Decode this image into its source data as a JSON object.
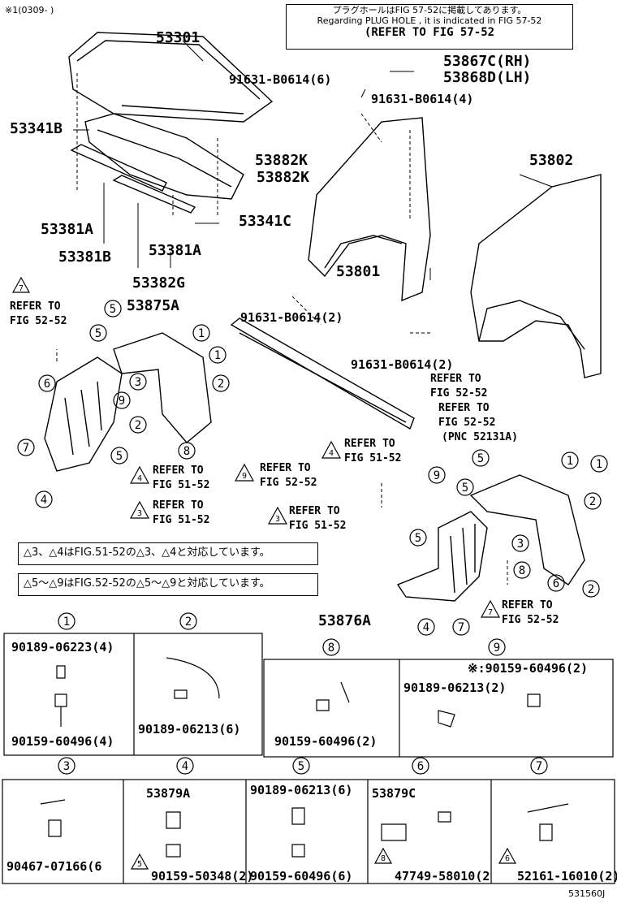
{
  "header": {
    "date_range": "※1(0309-         )",
    "note_jp": "プラグホールはFIG 57-52に掲載してあります。",
    "note_en": "Regarding PLUG HOLE , it is indicated in FIG 57-52",
    "note_ref": "(REFER TO FIG 57-52"
  },
  "parts": {
    "p53301": "53301",
    "p53341B": "53341B",
    "p53381A_1": "53381A",
    "p53381B": "53381B",
    "p53381A_2": "53381A",
    "p53341C": "53341C",
    "p53382G": "53382G",
    "p91631_6": "91631-B0614(6)",
    "p91631_4": "91631-B0614(4)",
    "p53867C": "53867C(RH)",
    "p53868D": "53868D(LH)",
    "p53882K_1": "53882K",
    "p53882K_2": "53882K",
    "p53802": "53802",
    "p53801": "53801",
    "p91631_2a": "91631-B0614(2)",
    "p91631_2b": "91631-B0614(2)",
    "p53875A": "53875A",
    "p53876A": "53876A"
  },
  "refs": {
    "r7_line1": "REFER TO",
    "r7_line2": "FIG 52-52",
    "r_fig5252_a_1": "REFER TO",
    "r_fig5252_a_2": "FIG 52-52",
    "r_fig5252_b_1": "REFER TO",
    "r_fig5252_b_2": "FIG 52-52",
    "r_fig5252_b_3": "(PNC 52131A)",
    "r4_left_1": "REFER TO",
    "r4_left_2": "FIG 51-52",
    "r3_left_1": "REFER TO",
    "r3_left_2": "FIG 51-52",
    "r9_mid_1": "REFER TO",
    "r9_mid_2": "FIG 52-52",
    "r4_mid_1": "REFER TO",
    "r4_mid_2": "FIG 51-52",
    "r3_mid_1": "REFER TO",
    "r3_mid_2": "FIG 51-52",
    "r7_right_1": "REFER TO",
    "r7_right_2": "FIG 52-52"
  },
  "legend": {
    "line1": "△3、△4はFIG.51-52の△3、△4と対応しています。",
    "line2": "△5～△9はFIG.52-52の△5～△9と対応しています。"
  },
  "details": {
    "d1_a": "90189-06223(4)",
    "d1_b": "90159-60496(4)",
    "d2_a": "90189-06213(6)",
    "d8_a": "90159-60496(2)",
    "d9_a": "※:90159-60496(2)",
    "d9_b": "90189-06213(2)",
    "d3_a": "90467-07166(6",
    "d4_a": "53879A",
    "d4_b": "90159-50348(2)",
    "d5_a": "90189-06213(6)",
    "d5_b": "90159-60496(6)",
    "d6_a": "53879C",
    "d6_b": "47749-58010(2",
    "d7_a": "52161-16010(2)"
  },
  "footer": {
    "code": "531560J"
  }
}
